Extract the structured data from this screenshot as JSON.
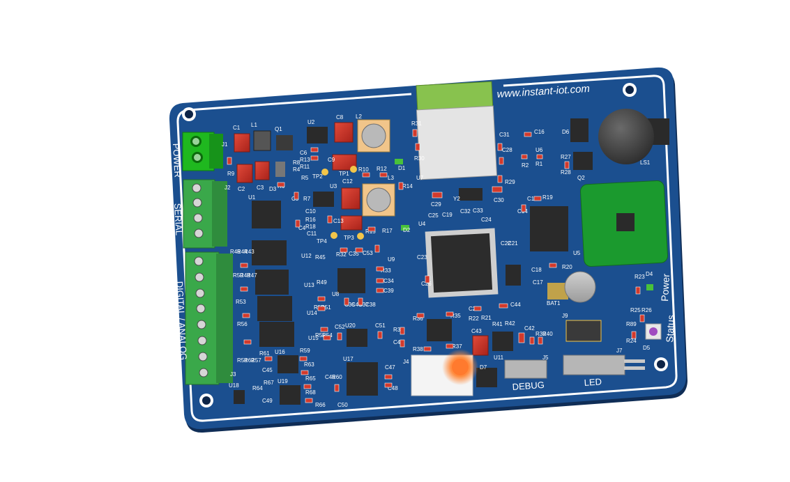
{
  "board": {
    "url": "www.instant-iot.com",
    "labels": {
      "power": "POWER",
      "serial": "SERIAL",
      "digital_analog": "DIGITAL / ANALOG",
      "debug": "DEBUG",
      "led": "LED",
      "power_led": "Power",
      "status_led": "Status"
    },
    "designators": {
      "j1": "J1",
      "j2": "J2",
      "j3": "J3",
      "j4": "J4",
      "j5": "J5",
      "j7": "J7",
      "j9": "J9",
      "c1": "C1",
      "l1": "L1",
      "q1": "Q1",
      "u2": "U2",
      "c8": "C8",
      "l2": "L2",
      "c2": "C2",
      "c3": "C3",
      "r9": "R9",
      "u1": "U1",
      "u3": "U3",
      "l3": "L3",
      "u4": "U4",
      "u5": "U5",
      "u6": "U6",
      "u7": "U7",
      "u9": "U9",
      "u8": "U8",
      "u11": "U11",
      "u12": "U12",
      "u13": "U13",
      "u14": "U14",
      "u15": "U15",
      "u16": "U16",
      "u17": "U17",
      "u18": "U18",
      "u19": "U19",
      "u20": "U20",
      "d1": "D1",
      "d2": "D2",
      "d4": "D4",
      "d5": "D5",
      "d6": "D6",
      "d7": "D7",
      "q2": "Q2",
      "ls1": "LS1",
      "bat1": "BAT1",
      "tp1": "TP1",
      "tp2": "TP2",
      "tp3": "TP3",
      "tp4": "TP4",
      "c16": "C16",
      "r27": "R27",
      "r28": "R28",
      "r1": "R1",
      "r2": "R2",
      "c14": "C14",
      "c15": "C15",
      "r19": "R19",
      "r20": "R20",
      "c29": "C29",
      "c30": "C30",
      "y2": "Y2",
      "c32": "C32",
      "c33": "C33",
      "c24": "C24",
      "c25": "C25",
      "c19": "C19",
      "c22": "C22",
      "c21": "C21",
      "c23": "C23",
      "c26": "C26",
      "c27": "C27",
      "c44": "C44",
      "c17": "C17",
      "c18": "C18",
      "r22": "R22",
      "r21": "R21",
      "r41": "R41",
      "r42": "R42",
      "c42": "C42",
      "r39": "R39",
      "r40": "R40",
      "c43": "C43",
      "r36": "R36",
      "r35": "R35",
      "r34": "R34",
      "c41": "C41",
      "r38": "R38",
      "r37": "R37",
      "r23": "R23",
      "r25": "R25",
      "r26": "R26",
      "r89": "R89",
      "r24": "R24",
      "r31": "R31",
      "r30": "R30",
      "c31": "C31",
      "c28": "C28",
      "r29": "R29",
      "r14": "R14",
      "r10": "R10",
      "r12": "R12",
      "r15": "R15",
      "r17": "R17",
      "c12": "C12",
      "c13": "C13",
      "c10": "C10",
      "r16": "R16",
      "r18": "R18",
      "c11": "C11",
      "c6": "C6",
      "r13": "R13",
      "r11": "R11",
      "c9": "C9",
      "r8": "R8",
      "r4": "R4",
      "r5": "R5",
      "r6": "R6",
      "d3": "D3",
      "r7": "R7",
      "c5": "C5",
      "c4": "C4",
      "r46": "R46",
      "r44": "R44",
      "r43": "R43",
      "r45": "R45",
      "r50": "R50",
      "r48": "R48",
      "r47": "R47",
      "r49": "R49",
      "r53": "R53",
      "r52": "R52",
      "r51": "R51",
      "r56": "R56",
      "r55": "R55",
      "r54": "R54",
      "r58": "R58",
      "r62": "R62",
      "r57": "R57",
      "r61": "R61",
      "r59": "R59",
      "r63": "R63",
      "r65": "R65",
      "r68": "R68",
      "r66": "R66",
      "r64": "R64",
      "r67": "R67",
      "r60": "R60",
      "c45": "C45",
      "c46": "C46",
      "c49": "C49",
      "c47": "C47",
      "c48": "C48",
      "c50": "C50",
      "c52": "C52",
      "c51": "C51",
      "r32": "R32",
      "c35": "C35",
      "c53": "C53",
      "r33": "R33",
      "c34": "C34",
      "c39": "C39",
      "c36": "C36",
      "c40": "C40",
      "c37": "C37",
      "c38": "C38"
    },
    "colors": {
      "pcb": "#1b4f8f",
      "pcb_edge": "#14396b",
      "silkscreen": "#ffffff",
      "terminal_power": "#1fb81f",
      "terminal_io": "#3aa84a",
      "module_shield": "#e4e4e4",
      "module_antenna": "#88c24e",
      "sensor_pcb": "#1b9a2e",
      "orange_led": "#ff7a2e"
    }
  }
}
